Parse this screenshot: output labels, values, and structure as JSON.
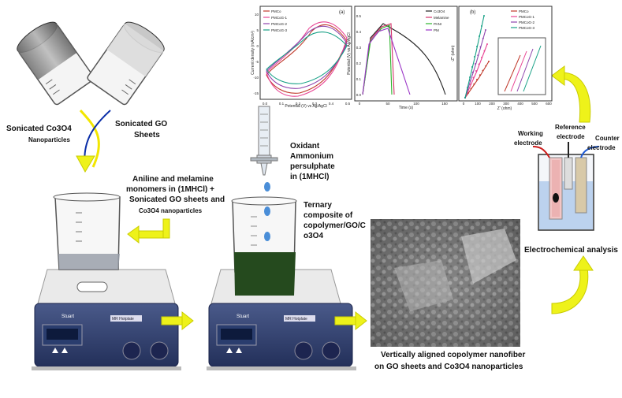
{
  "labels": {
    "sonicated_co3o4": "Sonicated Co3O4",
    "nanoparticles": "Nanoparticles",
    "sonicated_go": "Sonicated GO",
    "sheets": "Sheets",
    "monomers_l1": "Aniline and melamine",
    "monomers_l2": "monomers in (1MHCl) +",
    "monomers_l3": "Sonicated GO sheets and",
    "monomers_l4": "Co3O4 nanoparticles",
    "oxidant_l1": "Oxidant",
    "oxidant_l2": "Ammonium",
    "oxidant_l3": "persulphate",
    "oxidant_l4": "in (1MHCl)",
    "ternary_l1": "Ternary",
    "ternary_l2": "composite of",
    "ternary_l3": "copolymer/GO/C",
    "ternary_l4": "o3O4",
    "electrochem": "Electrochemical analysis",
    "working_l1": "Working",
    "working_l2": "electrode",
    "reference_l1": "Reference",
    "reference_l2": "electrode",
    "counter_l1": "Counter",
    "counter_l2": "electrode",
    "nanofiber_l1": "Vertically aligned copolymer nanofiber",
    "nanofiber_l2": "on GO sheets and Co3O4 nanoparticles",
    "stirrer_brand": "Stuart",
    "stirrer_model": "MR Hotplate"
  },
  "charts": {
    "cv": {
      "panel": "(a)",
      "ylabel": "Current density (mA/cm²)",
      "xlabel": "Potential (V) vs Ag/AgCl",
      "xticks": [
        "0.0",
        "0.1",
        "0.2",
        "0.3",
        "0.4",
        "0.5"
      ],
      "yticks": [
        "10",
        "5",
        "0",
        "-5",
        "-10",
        "-15"
      ],
      "legend": [
        "PMCo",
        "PMCoG-1",
        "PMCoG-2",
        "PMCoG-3"
      ],
      "colors": [
        "#c0392b",
        "#e84393",
        "#8e44ad",
        "#16a085"
      ]
    },
    "gcd": {
      "ylabel": "Potential (V) vs Ag/AgCl",
      "xlabel": "Time (s)",
      "xticks": [
        "0",
        "50",
        "100",
        "150"
      ],
      "yticks": [
        "0.5",
        "0.4",
        "0.3",
        "0.2",
        "0.1",
        "0.0"
      ],
      "legend": [
        "Co3O4",
        "Melamine",
        "PANI",
        "PM"
      ],
      "colors": [
        "#222222",
        "#d6336c",
        "#2bb32b",
        "#9b36c7"
      ]
    },
    "eis": {
      "panel": "(b)",
      "ylabel": "-Z'' (ohm)",
      "xlabel": "Z' (ohm)",
      "xticks": [
        "0",
        "100",
        "200",
        "300",
        "400",
        "500",
        "600"
      ],
      "legend": [
        "PMCo",
        "PMCoG-1",
        "PMCoG-2",
        "PMCoG-3"
      ],
      "colors": [
        "#c0392b",
        "#e84393",
        "#8e44ad",
        "#16a085"
      ]
    }
  }
}
